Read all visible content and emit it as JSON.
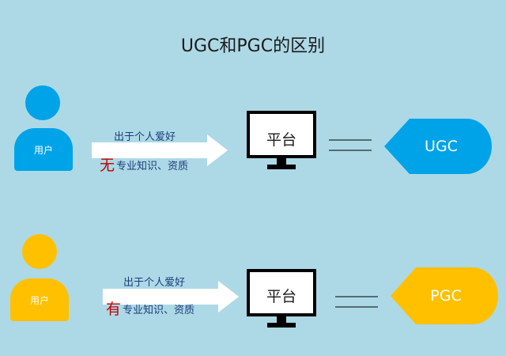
{
  "title": "UGC和PGC的区别",
  "colors": {
    "background": "#add9e6",
    "ugc": "#00a3e8",
    "pgc": "#ffc000",
    "mark": "#c00000"
  },
  "rows": [
    {
      "user_label": "用户",
      "motive": "出于个人爱好",
      "condition_mark": "无",
      "condition_text": "专业知识、资质",
      "platform_label": "平台",
      "badge_label": "UGC",
      "icons": [
        "user-icon",
        "arrow-right-icon",
        "monitor-icon",
        "equals-icon",
        "tag-icon"
      ]
    },
    {
      "user_label": "用户",
      "motive": "出于个人爱好",
      "condition_mark": "有",
      "condition_text": "专业知识、资质",
      "platform_label": "平台",
      "badge_label": "PGC",
      "icons": [
        "user-icon",
        "arrow-right-icon",
        "monitor-icon",
        "equals-icon",
        "tag-icon"
      ]
    }
  ]
}
